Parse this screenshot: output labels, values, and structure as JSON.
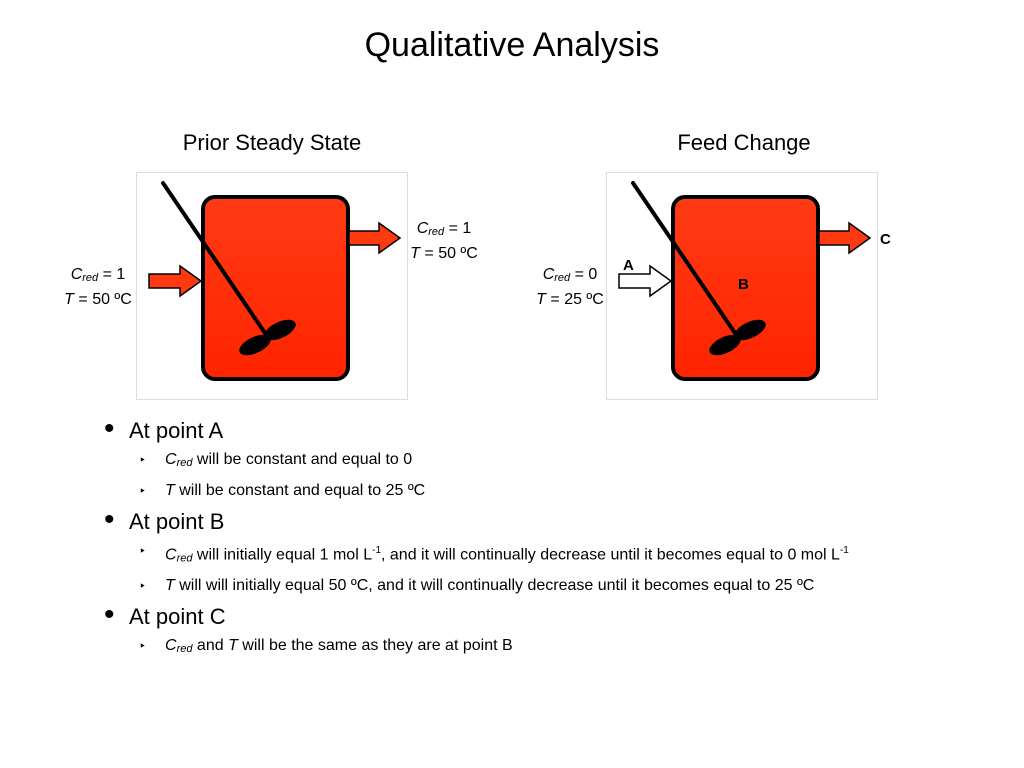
{
  "title": "Qualitative Analysis",
  "left_diagram": {
    "heading": "Prior Steady State",
    "inlet": {
      "var": "C",
      "sub": "red",
      "cval": " = 1",
      "tvar": "T",
      "tval": " = 50 ºC"
    },
    "outlet": {
      "var": "C",
      "sub": "red",
      "cval": " = 1",
      "tvar": "T",
      "tval": " = 50 ºC"
    },
    "colors": {
      "tank": "#ff2a00",
      "arrow": "#ff3a10"
    }
  },
  "right_diagram": {
    "heading": "Feed Change",
    "inlet": {
      "var": "C",
      "sub": "red",
      "cval": " = 0",
      "tvar": "T",
      "tval": " = 25 ºC"
    },
    "point_a": "A",
    "point_b": "B",
    "point_c": "C",
    "colors": {
      "tank": "#ff2a00",
      "arrow": "#ff3a10",
      "inlet_arrow": "#ffffff"
    }
  },
  "bullets": [
    {
      "heading": "At point A",
      "items": [
        {
          "v": "C",
          "s": "red",
          "t": " will be constant and equal to 0"
        },
        {
          "v": "T",
          "t": " will be constant and equal to 25 ºC"
        }
      ]
    },
    {
      "heading": "At point B",
      "items": [
        {
          "v": "C",
          "s": "red",
          "t1": " will initially equal 1 mol L",
          "sup1": "-1",
          "t2": ", and it will continually decrease until it becomes equal to 0 mol L",
          "sup2": "-1"
        },
        {
          "v": "T",
          "t": " will will initially equal 50 ºC, and it will continually decrease until it becomes equal to 25 ºC"
        }
      ]
    },
    {
      "heading": "At point C",
      "items": [
        {
          "v": "C",
          "s": "red",
          "t1": " and ",
          "v2": "T",
          "t2": " will be the same as they are at point B"
        }
      ]
    }
  ]
}
